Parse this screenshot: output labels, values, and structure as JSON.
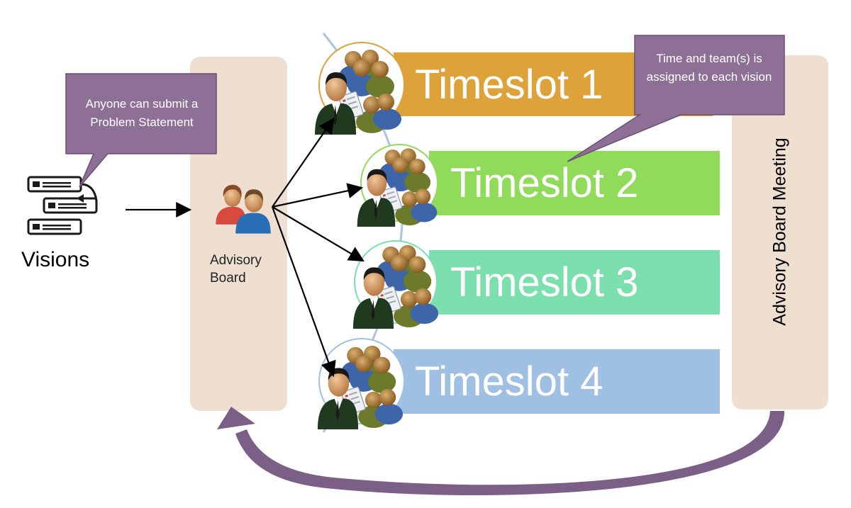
{
  "callouts": {
    "submit": "Anyone can submit a Problem Statement",
    "assign": "Time and team(s) is assigned to each vision"
  },
  "labels": {
    "visions": "Visions",
    "advisory_board": "Advisory Board",
    "advisory_board_meeting": "Advisory Board Meeting"
  },
  "timeslots": [
    "Timeslot 1",
    "Timeslot 2",
    "Timeslot 3",
    "Timeslot 4"
  ],
  "colors": {
    "panel": "#efdfd1",
    "callout": "#8e7096",
    "timeslot_1": "#dea23b",
    "timeslot_2": "#90db5a",
    "timeslot_3": "#7cdfae",
    "timeslot_4": "#9fc0e2",
    "loop_arrow": "#7b5f86"
  },
  "icons": [
    "document-list-icon",
    "advisory-board-people-icon",
    "team-manager-icon"
  ]
}
